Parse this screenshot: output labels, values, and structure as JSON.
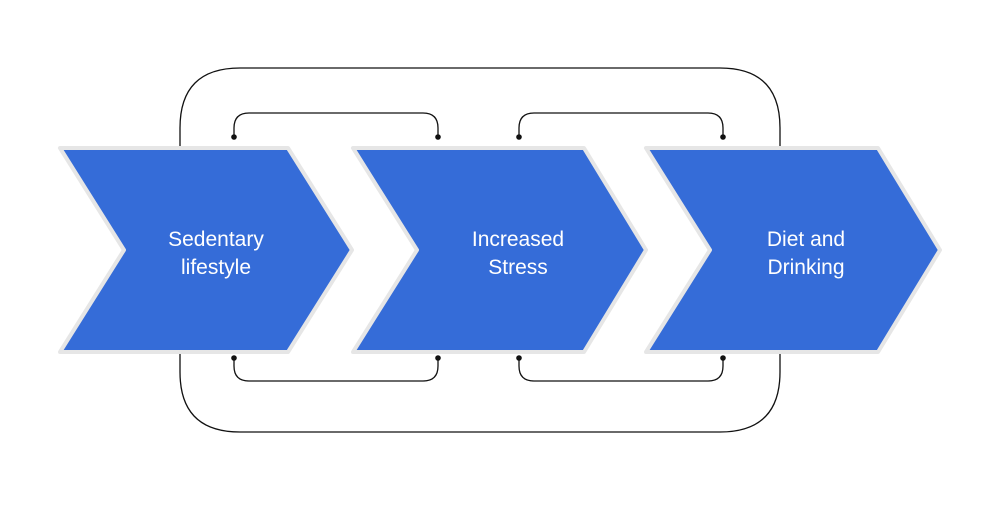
{
  "diagram": {
    "steps": [
      {
        "id": "step-1",
        "line1": "Sedentary",
        "line2": "lifestyle"
      },
      {
        "id": "step-2",
        "line1": "Increased",
        "line2": "Stress"
      },
      {
        "id": "step-3",
        "line1": "Diet and",
        "line2": "Drinking"
      }
    ],
    "colors": {
      "chevron_fill": "#356cd8",
      "chevron_outline": "#e8e8e8",
      "connector": "#111111",
      "text": "#ffffff",
      "background": "#ffffff"
    }
  }
}
